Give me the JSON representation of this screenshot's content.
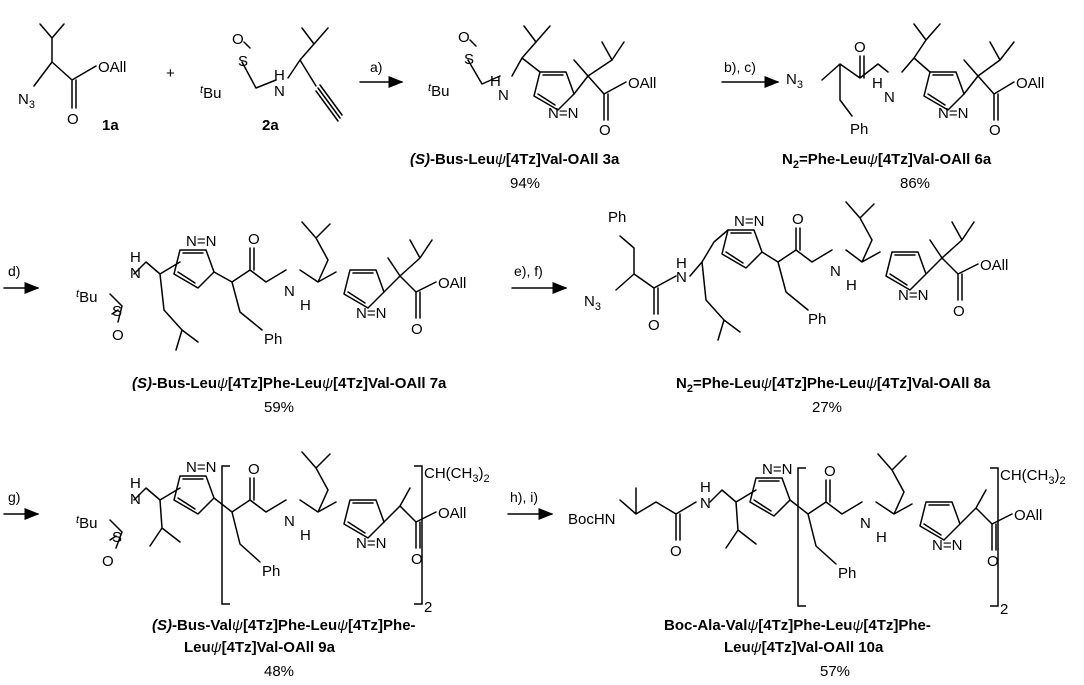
{
  "atoms": {
    "N": "N",
    "NH_left": "HN",
    "H": "H",
    "O": "O",
    "S": "S",
    "N3": "N",
    "sub3": "3",
    "OAll": "OAll",
    "Ph": "Ph",
    "tBu_t": "t",
    "tBu_Bu": "Bu",
    "BocHN": "BocHN",
    "CHMe2": "CH(CH",
    "CHMe2_sub": "3",
    "CHMe2_close": ")",
    "CHMe2_repeat": "2",
    "repeat": "2"
  },
  "reagents": {
    "a": "a)",
    "bc": "b), c)",
    "d": "d)",
    "ef": "e), f)",
    "g": "g)",
    "hi": "h), i)"
  },
  "compounds": {
    "c1a": {
      "number": "1a"
    },
    "c2a": {
      "number": "2a"
    },
    "c3a": {
      "stereo": "(S)",
      "name_a": "-Bus-Leu",
      "psi": "ψ",
      "name_b": "[4Tz]Val-OAll 3a",
      "yield": "94%"
    },
    "c6a": {
      "prefix": "N",
      "sub": "2",
      "name_a": "=Phe-Leu",
      "psi": "ψ",
      "name_b": "[4Tz]Val-OAll 6a",
      "yield": "86%"
    },
    "c7a": {
      "stereo": "(S)",
      "name_a": "-Bus-Leu",
      "psi": "ψ",
      "name_b": "[4Tz]Phe-Leu",
      "psi2": "ψ",
      "name_c": "[4Tz]Val-OAll 7a",
      "yield": "59%"
    },
    "c8a": {
      "prefix": "N",
      "sub": "2",
      "name_a": "=Phe-Leu",
      "psi": "ψ",
      "name_b": "[4Tz]Phe-Leu",
      "psi2": "ψ",
      "name_c": "[4Tz]Val-OAll 8a",
      "yield": "27%"
    },
    "c9a": {
      "stereo": "(S)",
      "name_a": "-Bus-Val",
      "psi": "ψ",
      "name_b": "[4Tz]Phe-Leu",
      "psi2": "ψ",
      "name_c": "[4Tz]Phe-",
      "line2_a": "Leu",
      "psi3": "ψ",
      "line2_b": "[4Tz]Val-OAll 9a",
      "yield": "48%"
    },
    "c10a": {
      "line1_a": "Boc-Ala-Val",
      "psi": "ψ",
      "line1_b": "[4Tz]Phe-Leu",
      "psi2": "ψ",
      "line1_c": "[4Tz]Phe-",
      "line2_a": "Leu",
      "psi3": "ψ",
      "line2_b": "[4Tz]Val-OAll 10a",
      "yield": "57%"
    }
  },
  "colors": {
    "ink": "#000000",
    "background": "#ffffff"
  }
}
